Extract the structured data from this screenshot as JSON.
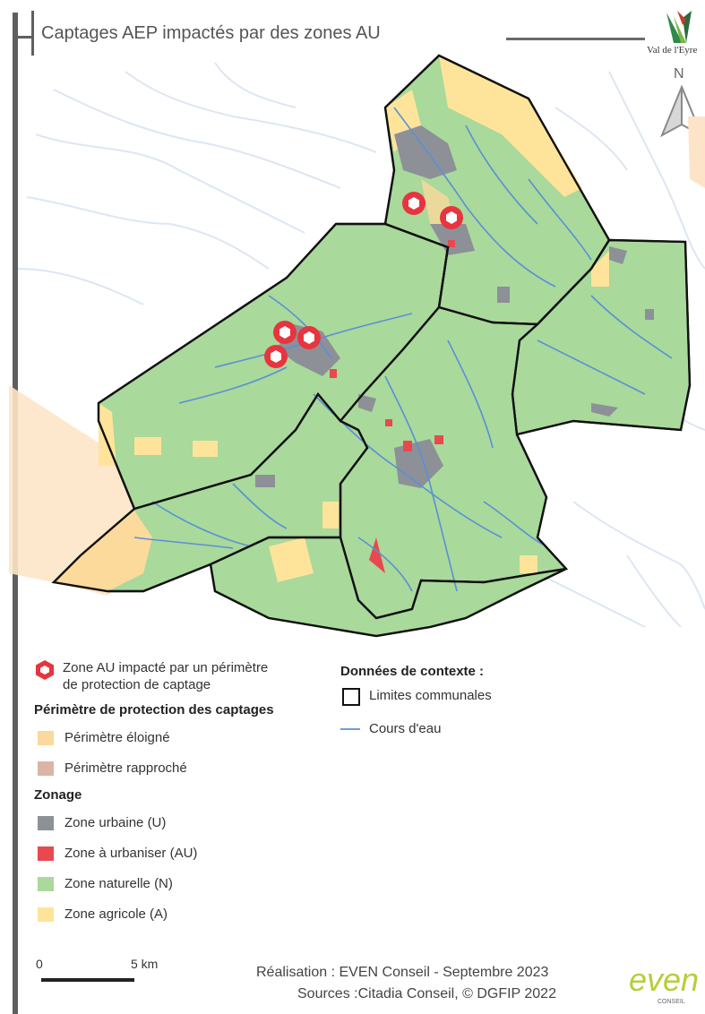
{
  "title": "Captages AEP impactés par des zones AU",
  "brand": {
    "name": "Val de l'Eyre"
  },
  "north_label": "N",
  "legend": {
    "au_impacted": {
      "line1": "Zone AU impacté par un périmètre",
      "line2": "de protection de captage",
      "color": "#e8343e"
    },
    "perimeter_heading": "Périmètre de protection des captages",
    "perimeter_items": [
      {
        "label": "Périmètre éloigné",
        "color": "#fbd89c"
      },
      {
        "label": "Périmètre rapproché",
        "color": "#d9b5a6"
      }
    ],
    "zoning_heading": "Zonage",
    "zoning_items": [
      {
        "label": "Zone urbaine (U)",
        "color": "#8d9097"
      },
      {
        "label": "Zone à urbaniser (AU)",
        "color": "#e8484f"
      },
      {
        "label": "Zone naturelle (N)",
        "color": "#a9d99b"
      },
      {
        "label": "Zone agricole (A)",
        "color": "#fde49a"
      }
    ],
    "context_heading": "Données de contexte :",
    "context_items": [
      {
        "label": "Limites communales",
        "type": "box"
      },
      {
        "label": "Cours d'eau",
        "type": "line",
        "color": "#6a9fdc"
      }
    ]
  },
  "scale": {
    "start": "0",
    "end": "5 km"
  },
  "credits": {
    "line1": "Réalisation : EVEN Conseil - Septembre 2023",
    "line2": "Sources :Citadia Conseil, © DGFIP 2022"
  },
  "even_logo": {
    "name": "even",
    "sub": "CONSEIL",
    "color": "#b5cf3a"
  }
}
